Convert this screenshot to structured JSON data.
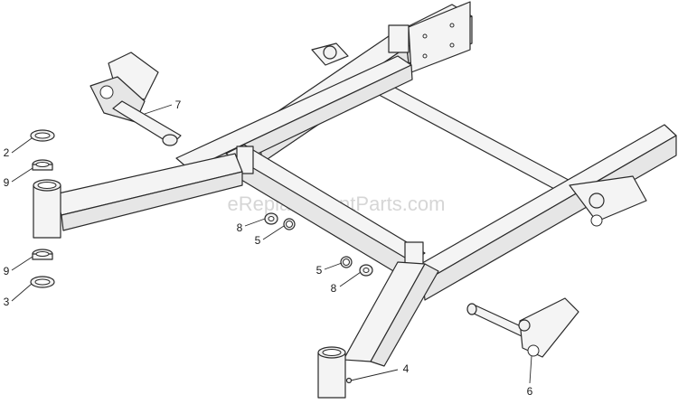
{
  "watermark": "eReplacementParts.com",
  "callouts": [
    {
      "id": "c7",
      "label": "7"
    },
    {
      "id": "c2",
      "label": "2"
    },
    {
      "id": "c9a",
      "label": "9"
    },
    {
      "id": "c8a",
      "label": "8"
    },
    {
      "id": "c5a",
      "label": "5"
    },
    {
      "id": "c9b",
      "label": "9"
    },
    {
      "id": "c3",
      "label": "3"
    },
    {
      "id": "c5b",
      "label": "5"
    },
    {
      "id": "c8b",
      "label": "8"
    },
    {
      "id": "c4",
      "label": "4"
    },
    {
      "id": "c6",
      "label": "6"
    }
  ]
}
